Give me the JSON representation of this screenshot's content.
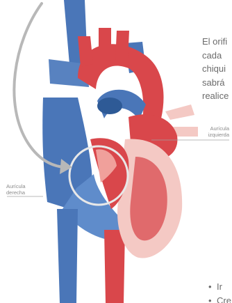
{
  "body_text": {
    "lines": [
      "El orifi",
      "cada",
      "chiqui",
      "sabrá",
      "realice"
    ]
  },
  "labels": {
    "right_atrium": [
      "Aurícula",
      "derecha"
    ],
    "left_atrium": [
      "Aurícula",
      "izquierda"
    ]
  },
  "bullets": [
    "Ir",
    "Cre"
  ],
  "colors": {
    "vein_blue": "#4a76b8",
    "artery_red": "#d9474b",
    "light_pink": "#f4c9c4",
    "arrow_gray": "#b8b8b8",
    "text_gray": "#6b6b6b"
  },
  "icons": [
    "heart-illustration",
    "curved-arrow-icon",
    "highlight-circle-icon"
  ]
}
